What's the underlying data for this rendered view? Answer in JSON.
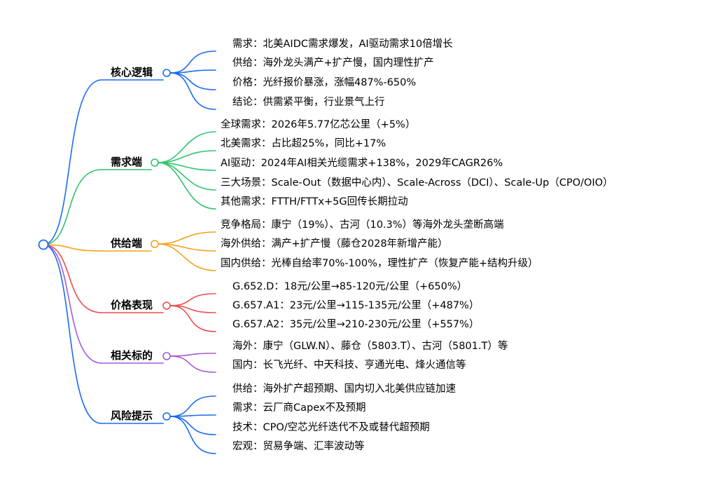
{
  "colors": {
    "root": "#1a6cf0",
    "blue": "#1a6cf0",
    "green": "#2fc46a",
    "orange": "#f5a01a",
    "red": "#ef4b4b",
    "purple": "#a35bd6"
  },
  "branches": [
    {
      "label": "核心逻辑",
      "color": "blue",
      "items": [
        "需求：北美AIDC需求爆发，AI驱动需求10倍增长",
        "供给：海外龙头满产+扩产慢，国内理性扩产",
        "价格：光纤报价暴涨，涨幅487%-650%",
        "结论：供需紧平衡，行业景气上行"
      ]
    },
    {
      "label": "需求端",
      "color": "green",
      "items": [
        "全球需求：2026年5.77亿芯公里（+5%）",
        "北美需求：占比超25%，同比+17%",
        "AI驱动：2024年AI相关光缆需求+138%，2029年CAGR26%",
        "三大场景：Scale-Out（数据中心内）、Scale-Across（DCI）、Scale-Up（CPO/OIO）",
        "其他需求：FTTH/FTTx+5G回传长期拉动"
      ]
    },
    {
      "label": "供给端",
      "color": "orange",
      "items": [
        "竞争格局：康宁（19%）、古河（10.3%）等海外龙头垄断高端",
        "海外供给：满产+扩产慢（藤仓2028年新增产能）",
        "国内供给：光棒自给率70%-100%，理性扩产（恢复产能+结构升级）"
      ]
    },
    {
      "label": "价格表现",
      "color": "red",
      "items": [
        "G.652.D：18元/公里→85-120元/公里（+650%）",
        "G.657.A1：23元/公里→115-135元/公里（+487%）",
        "G.657.A2：35元/公里→210-230元/公里（+557%）"
      ]
    },
    {
      "label": "相关标的",
      "color": "purple",
      "items": [
        "海外：康宁（GLW.N）、藤仓（5803.T）、古河（5801.T）等",
        "国内：长飞光纤、中天科技、亨通光电、烽火通信等"
      ]
    },
    {
      "label": "风险提示",
      "color": "blue",
      "items": [
        "供给：海外扩产超预期、国内切入北美供应链加速",
        "需求：云厂商Capex不及预期",
        "技术：CPO/空芯光纤迭代不及或替代超预期",
        "宏观：贸易争端、汇率波动等"
      ]
    }
  ]
}
